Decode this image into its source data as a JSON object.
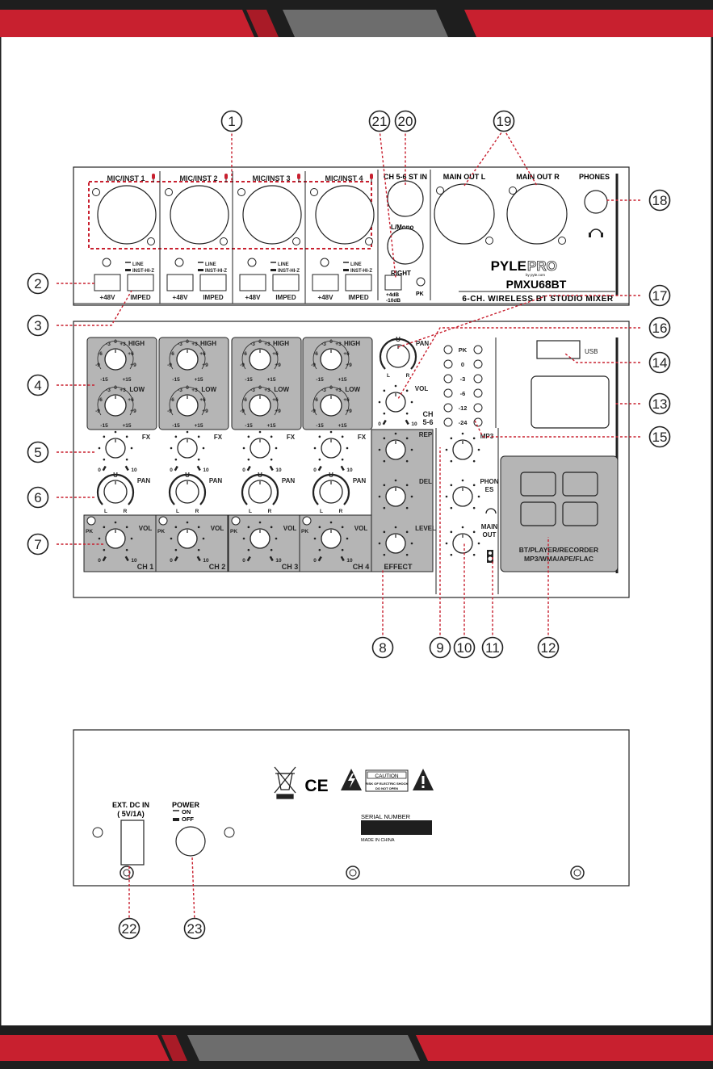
{
  "colors": {
    "red": "#c8202f",
    "dark": "#1e1e1e",
    "gray": "#6d6d6d",
    "panel_gray": "#b5b5b5"
  },
  "callouts": [
    "1",
    "2",
    "3",
    "4",
    "5",
    "6",
    "7",
    "8",
    "9",
    "10",
    "11",
    "12",
    "13",
    "14",
    "15",
    "16",
    "17",
    "18",
    "19",
    "20",
    "21",
    "22",
    "23"
  ],
  "top_panel": {
    "mic_inst_labels": [
      "MIC/INST 1",
      "MIC/INST 2",
      "MIC/INST 3",
      "MIC/INST 4"
    ],
    "ch56_st_in": "CH 5-6 ST IN",
    "l_mono": "L/Mono",
    "right": "RIGHT",
    "main_out_l": "MAIN OUT L",
    "main_out_r": "MAIN OUT R",
    "phones": "PHONES",
    "plus48v": "+48V",
    "imped": "IMPED",
    "line": "LINE",
    "inst_hiz": "INST-HI-Z",
    "plus4db": "+4dB",
    "minus10db": "-10dB",
    "pk": "PK",
    "brand_pyle": "PYLE",
    "brand_pro": "PRO",
    "brand_tagline": "by pyle.com",
    "model": "PMXU68BT",
    "subtitle": "6-CH. WIRELESS BT STUDIO MIXER"
  },
  "channel_strip": {
    "high": "HIGH",
    "low": "LOW",
    "fx": "FX",
    "pan": "PAN",
    "vol": "VOL",
    "pk": "PK",
    "u": "U",
    "l": "L",
    "r": "R",
    "zero": "0",
    "ten": "10",
    "eq_ticks": [
      "-3",
      "0",
      "+3",
      "-6",
      "+6",
      "-9",
      "+9",
      "-15",
      "+15"
    ],
    "channel_names": [
      "CH 1",
      "CH 2",
      "CH 3",
      "CH 4"
    ]
  },
  "master": {
    "ch56_line1": "CH",
    "ch56_line2": "5-6",
    "effect_labels": [
      "REP",
      "DEL",
      "LEVEL"
    ],
    "effect": "EFFECT",
    "meter_labels": [
      "PK",
      "0",
      "-3",
      "-6",
      "-12",
      "-24"
    ],
    "mp3": "MP3",
    "phones_line1": "PHON",
    "phones_line2": "ES",
    "main_out_line1": "MAIN",
    "main_out_line2": "OUT",
    "usb": "USB",
    "player_line1": "BT/PLAYER/RECORDER",
    "player_line2": "MP3/WMA/APE/FLAC"
  },
  "rear_panel": {
    "ext_dc_line1": "EXT. DC IN",
    "ext_dc_line2": "( 5V/1A)",
    "power": "POWER",
    "on": "ON",
    "off": "OFF",
    "ce": "CE",
    "caution": "CAUTION",
    "caution_line1": "RISK OF ELECTRIC SHOCK",
    "caution_line2": "DO NOT OPEN",
    "serial_number": "SERIAL NUMBER",
    "made_in": "MADE IN CHINA"
  }
}
